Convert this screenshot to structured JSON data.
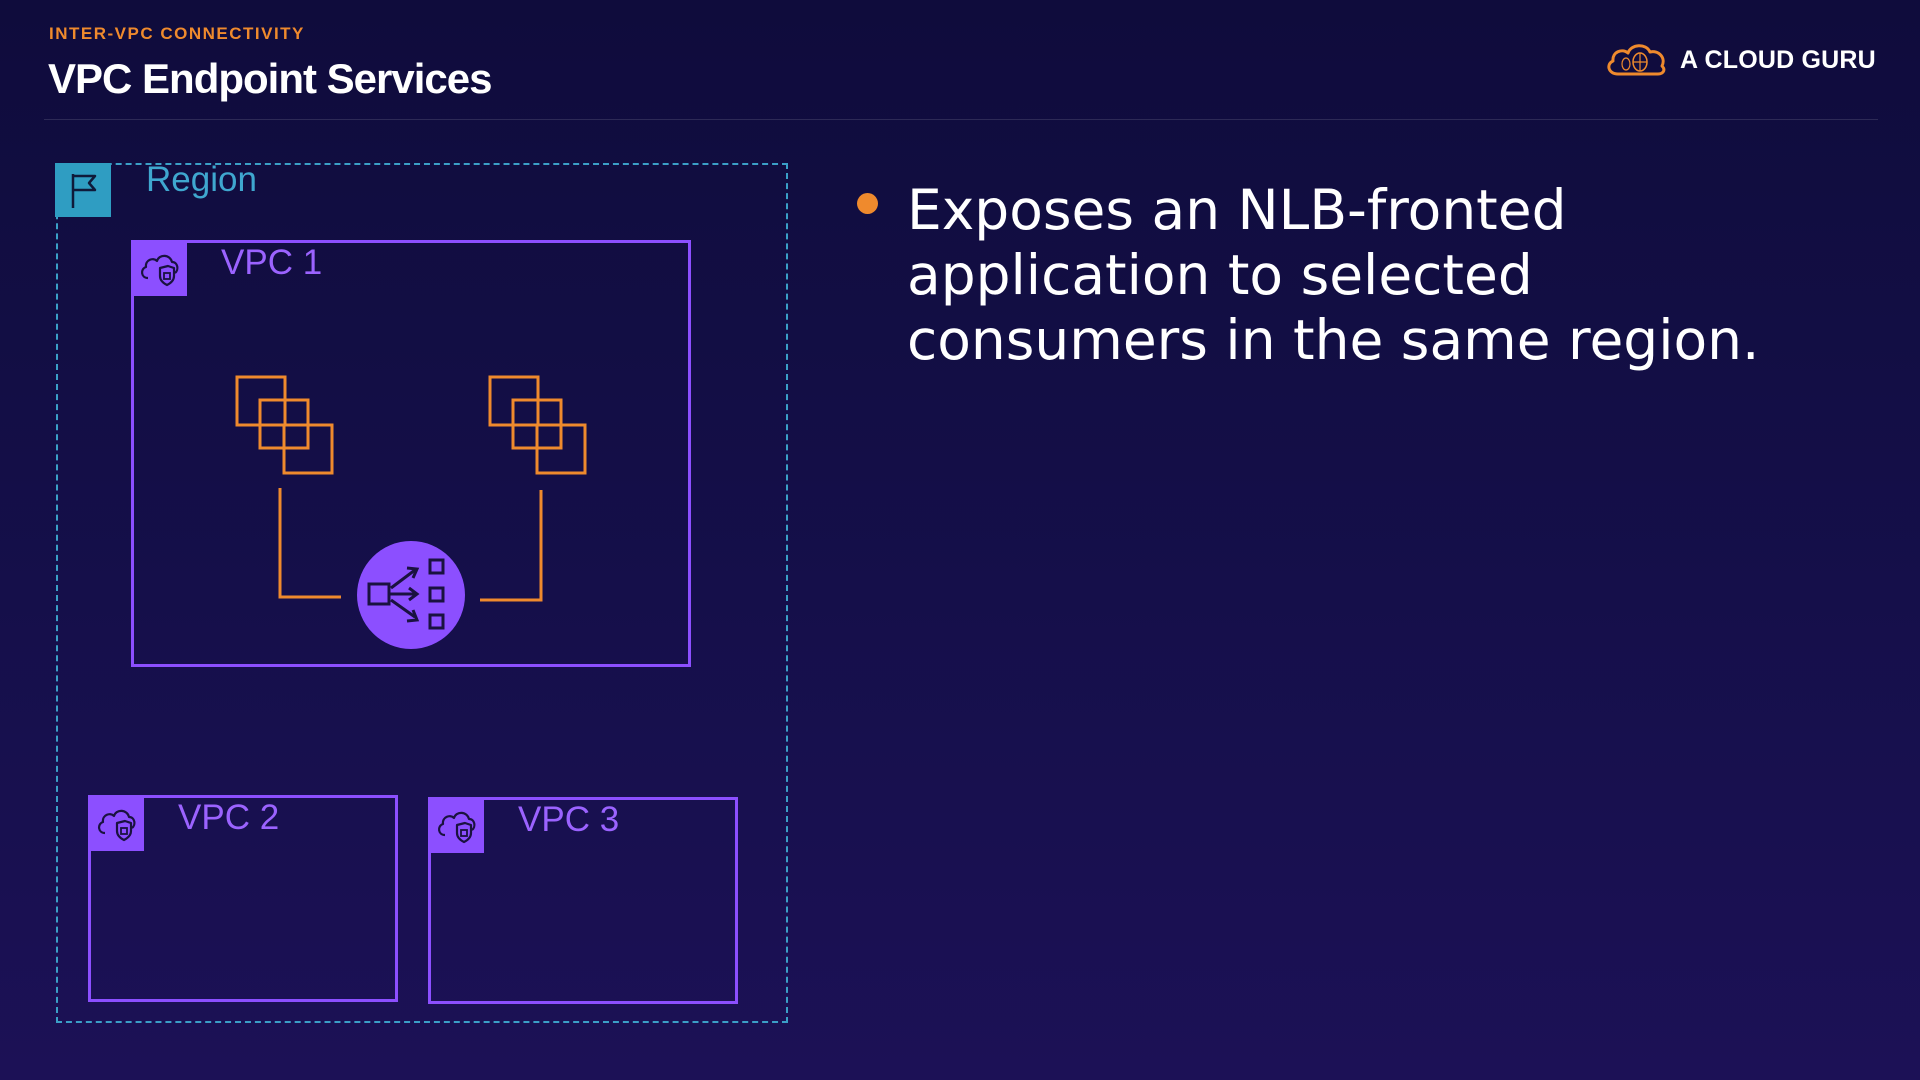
{
  "header": {
    "eyebrow": "INTER-VPC CONNECTIVITY",
    "title": "VPC Endpoint Services",
    "brand": "A CLOUD GURU"
  },
  "diagram": {
    "region_label": "Region",
    "vpcs": [
      {
        "label": "VPC 1"
      },
      {
        "label": "VPC 2"
      },
      {
        "label": "VPC 3"
      }
    ],
    "icons": {
      "region": "flag-icon",
      "vpc": "cloud-shield-icon",
      "instances": "ec2-instances-icon",
      "load_balancer": "network-load-balancer-icon"
    }
  },
  "bullets": [
    "Exposes an NLB-fronted application to selected consumers in the same region."
  ],
  "colors": {
    "accent_orange": "#ef8a2d",
    "vpc_purple": "#8c4fff",
    "region_blue": "#3b9fc7",
    "background": "#130e45"
  }
}
